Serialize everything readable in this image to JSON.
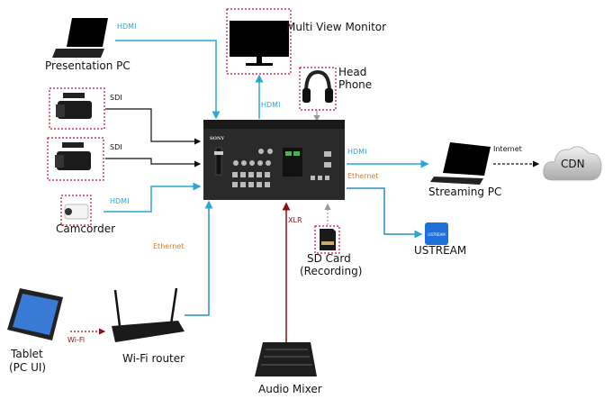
{
  "nodes": {
    "presentation_pc": "Presentation PC",
    "multi_view_monitor": "Multi View Monitor",
    "headphone_line1": "Head",
    "headphone_line2": "Phone",
    "camcorder": "Camcorder",
    "streaming_pc": "Streaming PC",
    "cdn": "CDN",
    "ustream": "USTREAM",
    "ustream_logo": "USTREAM",
    "sd_card_line1": "SD Card",
    "sd_card_line2": "(Recording)",
    "tablet_line1": "Tablet",
    "tablet_line2": "(PC UI)",
    "wifi_router": "Wi-Fi router",
    "audio_mixer": "Audio Mixer",
    "switcher_brand": "SONY"
  },
  "connections": {
    "pc_hdmi": "HDMI",
    "monitor_hdmi": "HDMI",
    "cam1_sdi": "SDI",
    "cam2_sdi": "SDI",
    "camcorder_hdmi": "HDMI",
    "streaming_hdmi": "HDMI",
    "ustream_ethernet": "Ethernet",
    "internet": "Internet",
    "xlr": "XLR",
    "router_ethernet": "Ethernet",
    "wifi": "Wi-Fi"
  },
  "colors": {
    "hdmi": "#2aa7d6",
    "sdi": "#111111",
    "ethernet_label": "#e07b1a",
    "xlr": "#8b1010",
    "dashed_box": "#c8102e",
    "ustream": "#1e6fd9"
  }
}
